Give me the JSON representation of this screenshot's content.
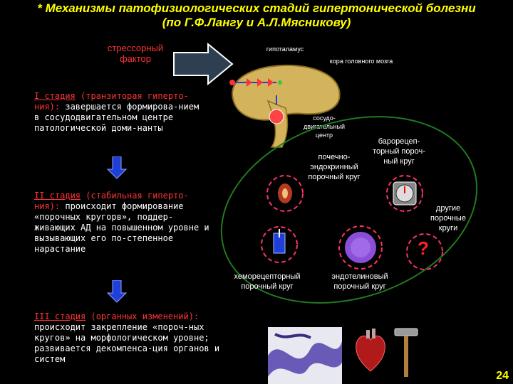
{
  "title": {
    "line1": "* Механизмы патофизиологических стадий гипертонической болезни",
    "line2": "(по Г.Ф.Лангу и А.Л.Мясникову)"
  },
  "stress_factor": "стрессорный фактор",
  "brain": {
    "hypothalamus": "гипоталамус",
    "cortex": "кора головного мозга",
    "vasomotor_center": "сосудо-двигательный центр"
  },
  "stage1": {
    "heading": "I стадия",
    "heading_rest": " (транзиторая гиперто-ния):",
    "text": " завершается формирова-нием в сосудодвигательном центре патологической доми-нанты"
  },
  "stage2": {
    "heading": "II стадия",
    "heading_rest": " (стабильная гиперто-ния):",
    "text": " происходит формирование «порочных кругорв», поддер-живающих АД на повышенном уровне и вызывающих его по-степенное нарастание"
  },
  "stage3": {
    "heading": "III стадия",
    "heading_rest": " (органных изменений):",
    "text": " происходит закрепление «пороч-ных кругов» на морфологическом уровне; развивается декомпенса-ция органов и систем"
  },
  "circles": {
    "baroreceptor": "барорецеп-торный пороч-ный круг",
    "renal": "почечно-эндокринный порочный круг",
    "other": "другие порочные круги",
    "question": "?",
    "chemoreceptor": "хеморецепторный порочный круг",
    "endothelial": "эндотелиновый порочный круг"
  },
  "slide_number": "24",
  "colors": {
    "title": "#ffff00",
    "stage_heading": "#ff3333",
    "body_text": "#ffffff",
    "ellipse": "#1f7a1f",
    "arrow": "#1e3fd8"
  }
}
